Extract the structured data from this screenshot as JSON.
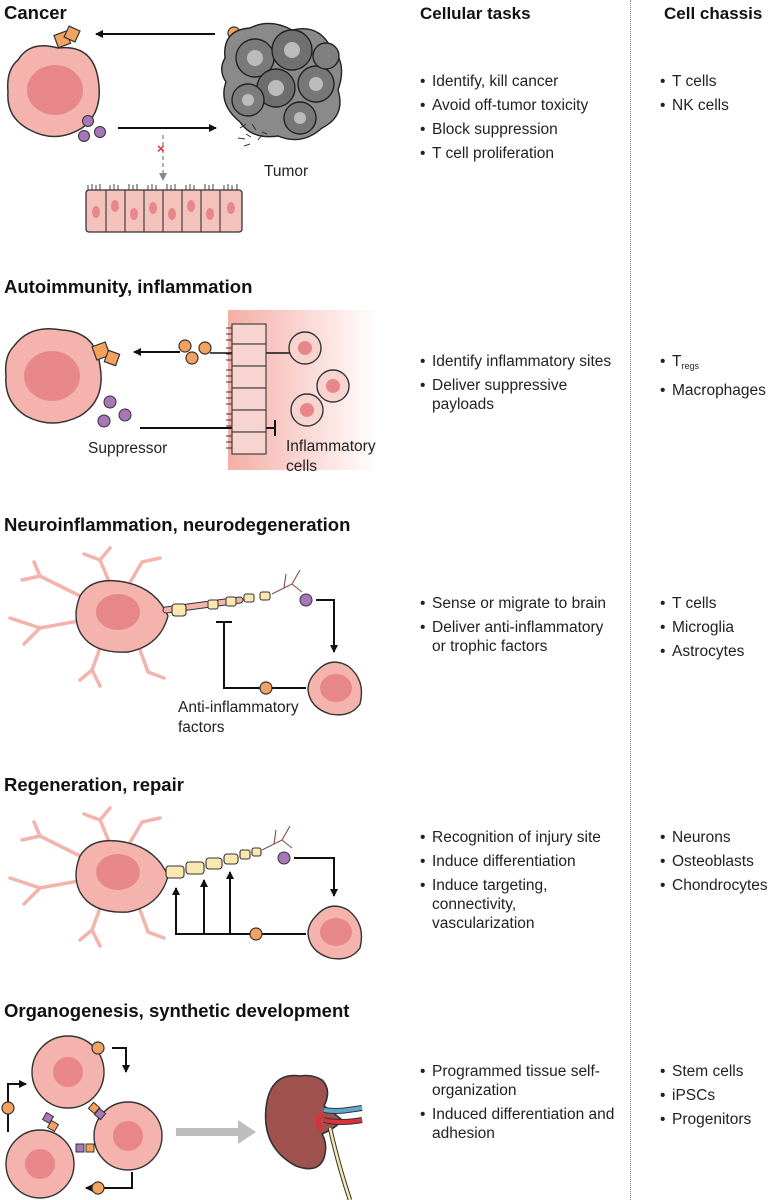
{
  "headers": {
    "tasks": "Cellular tasks",
    "chassis": "Cell chassis"
  },
  "sections": [
    {
      "title": "Cancer",
      "tasks": [
        "Identify, kill cancer",
        "Avoid off-tumor toxicity",
        "Block suppression",
        "T cell proliferation"
      ],
      "chassis": [
        "T cells",
        "NK cells"
      ],
      "labels": {
        "tumor": "Tumor"
      }
    },
    {
      "title": "Autoimmunity, inflammation",
      "tasks": [
        "Identify inflammatory sites",
        "Deliver suppressive payloads"
      ],
      "chassis_main": "T",
      "chassis_sub": "regs",
      "chassis": [
        "Macrophages"
      ],
      "labels": {
        "suppressor": "Suppressor",
        "inflammatory_1": "Inflammatory",
        "inflammatory_2": "cells"
      }
    },
    {
      "title": "Neuroinflammation, neurodegeneration",
      "tasks": [
        "Sense or migrate to brain",
        "Deliver anti-inflammatory or trophic factors"
      ],
      "chassis": [
        "T cells",
        "Microglia",
        "Astrocytes"
      ],
      "labels": {
        "factors_1": "Anti-inflammatory",
        "factors_2": "factors"
      }
    },
    {
      "title": "Regeneration, repair",
      "tasks": [
        "Recognition of injury site",
        "Induce differentiation",
        "Induce targeting, connectivity, vascularization"
      ],
      "chassis": [
        "Neurons",
        "Osteoblasts",
        "Chondrocytes"
      ]
    },
    {
      "title": "Organogenesis, synthetic development",
      "tasks": [
        "Programmed tissue self-organization",
        "Induced differentiation and adhesion"
      ],
      "chassis": [
        "Stem cells",
        "iPSCs",
        "Progenitors"
      ]
    }
  ],
  "colors": {
    "cell": "#f4b3ac",
    "nucleus": "#e8878a",
    "orange_ligand": "#f3a35f",
    "purple_ligand": "#a877b8",
    "tumor": "#7b7b7b",
    "kidney": "#a0524f"
  }
}
